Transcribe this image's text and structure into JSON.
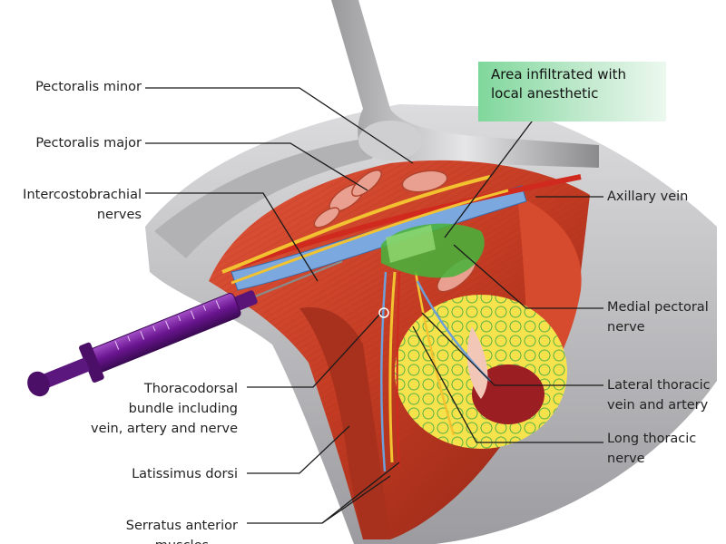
{
  "labels": {
    "pectoralis_minor": "Pectoralis minor",
    "pectoralis_major": "Pectoralis major",
    "intercostobrachial_1": "Intercostobrachial",
    "intercostobrachial_2": "nerves",
    "axillary_vein": "Axillary vein",
    "medial_pectoral_1": "Medial pectoral",
    "medial_pectoral_2": "nerve",
    "lateral_thoracic_1": "Lateral thoracic",
    "lateral_thoracic_2": "vein and artery",
    "long_thoracic_1": "Long thoracic",
    "long_thoracic_2": "nerve",
    "thoracodorsal_1": "Thoracodorsal",
    "thoracodorsal_2": "bundle including",
    "thoracodorsal_3": "vein, artery and nerve",
    "latissimus_dorsi": "Latissimus dorsi",
    "serratus_1": "Serratus anterior",
    "serratus_2": "muscles"
  },
  "callout": {
    "line1": "Area infiltrated with",
    "line2": "local anesthetic"
  },
  "colors": {
    "skin": "#c9c9cc",
    "muscle": "#c23b22",
    "vein": "#6f9fd8",
    "nerve": "#f2c230",
    "anesthetic": "#49b23b",
    "fat": "#f5e04a",
    "syringe": "#7a1fa0"
  }
}
